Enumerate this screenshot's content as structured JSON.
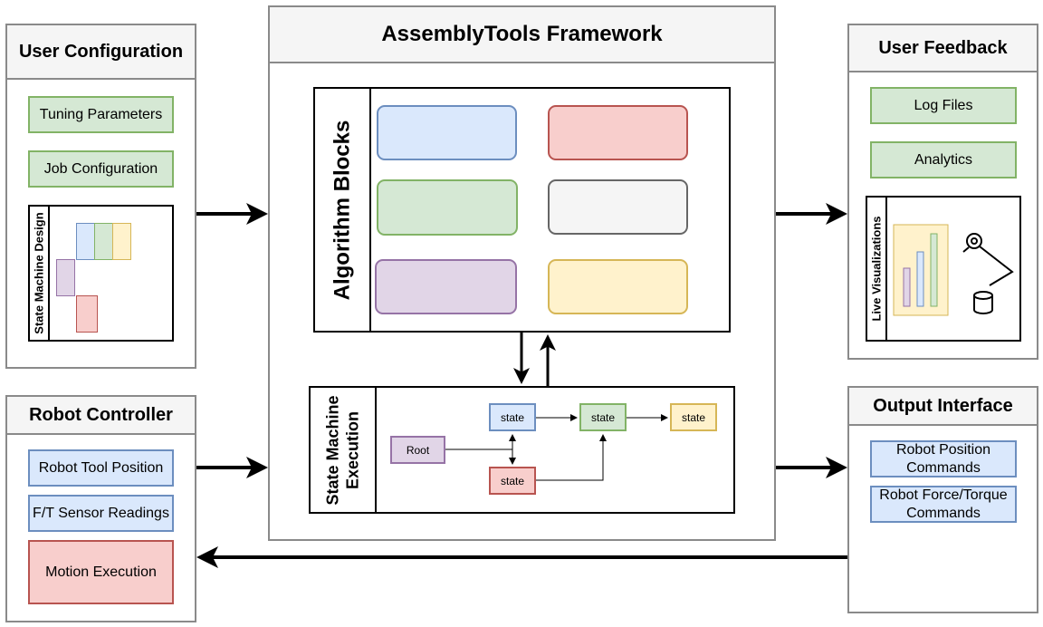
{
  "user_configuration": {
    "title": "User Configuration",
    "tuning_parameters": "Tuning Parameters",
    "job_configuration": "Job Configuration",
    "state_machine_design": "State Machine Design"
  },
  "robot_controller": {
    "title": "Robot Controller",
    "robot_tool_position": "Robot Tool Position",
    "ft_sensor_readings": "F/T Sensor Readings",
    "motion_execution": "Motion Execution"
  },
  "framework": {
    "title": "AssemblyTools Framework",
    "algorithm_blocks": "Algorithm Blocks",
    "state_machine_execution_line1": "State Machine",
    "state_machine_execution_line2": "Execution",
    "states": {
      "root": "Root",
      "state_blue": "state",
      "state_green": "state",
      "state_yellow": "state",
      "state_red": "state"
    }
  },
  "user_feedback": {
    "title": "User Feedback",
    "log_files": "Log Files",
    "analytics": "Analytics",
    "live_visualizations": "Live Visualizations"
  },
  "output_interface": {
    "title": "Output Interface",
    "robot_position_commands_line1": "Robot Position",
    "robot_position_commands_line2": "Commands",
    "robot_force_torque_commands_line1": "Robot Force/Torque",
    "robot_force_torque_commands_line2": "Commands"
  },
  "colors": {
    "blue_fill": "#dae8fc",
    "blue_stroke": "#6c8ebf",
    "green_fill": "#d5e8d4",
    "green_stroke": "#82b366",
    "red_fill": "#f8cecc",
    "red_stroke": "#b85450",
    "grey_fill": "#f5f5f5",
    "grey_stroke": "#666666",
    "purple_fill": "#e1d5e7",
    "purple_stroke": "#9673a6",
    "yellow_fill": "#fff2cc",
    "yellow_stroke": "#d6b656"
  }
}
